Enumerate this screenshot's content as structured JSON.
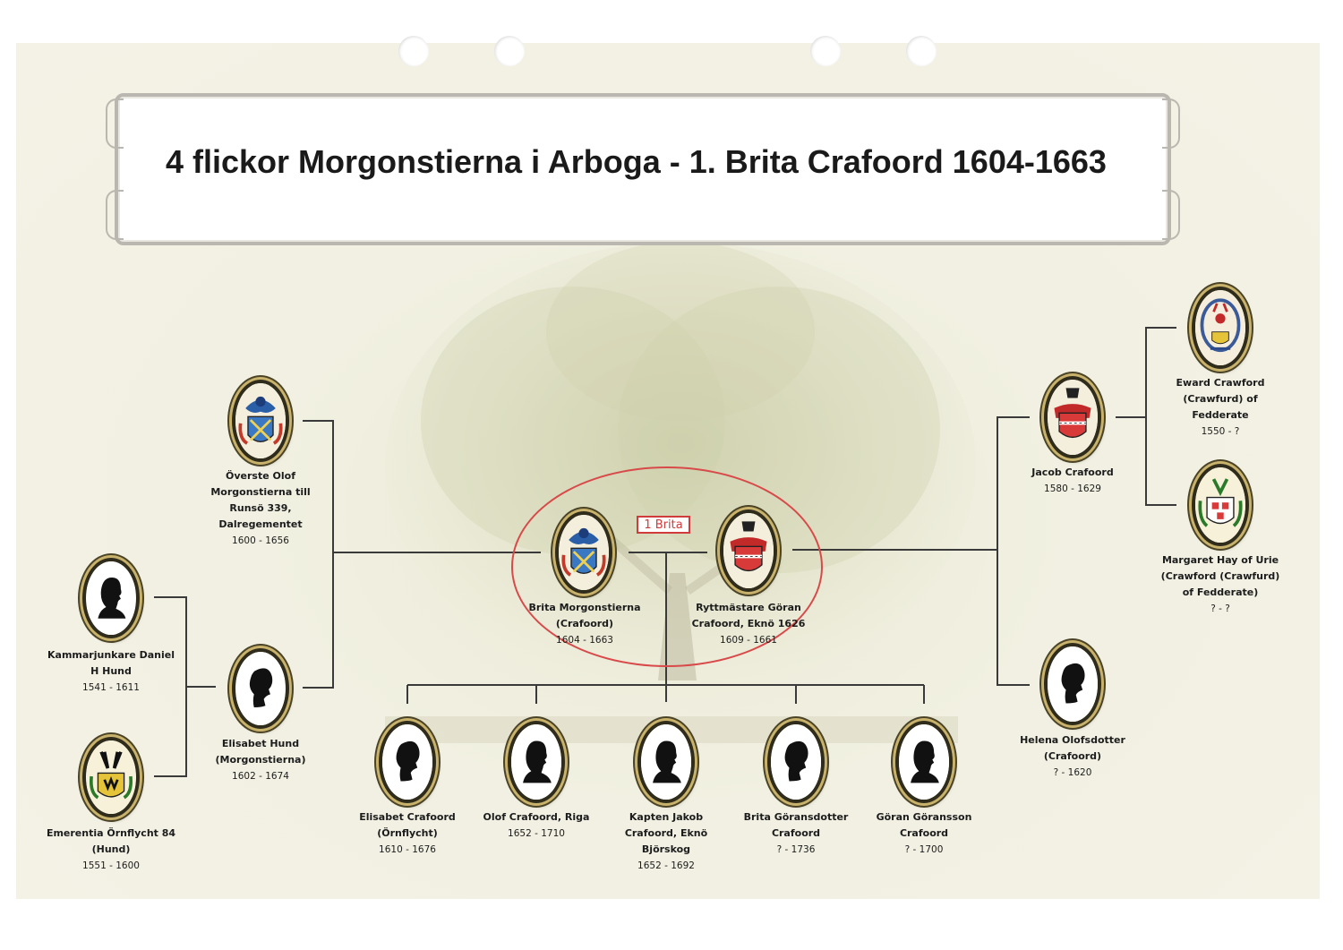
{
  "title": "4 flickor Morgonstierna i Arboga - 1. Brita Crafoord 1604-1663",
  "tag": "1 Brita",
  "people": {
    "olof": {
      "name": "Överste Olof Morgonstierna till Runsö 339, Dalregementet",
      "dates": "1600 - 1656",
      "portrait": "coat-of-arms-icon"
    },
    "elisabet_hund": {
      "name": "Elisabet Hund (Morgonstierna)",
      "dates": "1602 - 1674",
      "portrait": "silhouette-icon"
    },
    "daniel": {
      "name": "Kammarjunkare Daniel H Hund",
      "dates": "1541 - 1611",
      "portrait": "silhouette-icon"
    },
    "emerentia": {
      "name": "Emerentia Örnflycht 84 (Hund)",
      "dates": "1551 - 1600",
      "portrait": "coat-of-arms-icon"
    },
    "brita": {
      "name": "Brita Morgonstierna (Crafoord)",
      "dates": "1604 - 1663",
      "portrait": "coat-of-arms-icon"
    },
    "goran": {
      "name": "Ryttmästare Göran Crafoord, Eknö 1626",
      "dates": "1609 - 1661",
      "portrait": "coat-of-arms-icon"
    },
    "jacob": {
      "name": "Jacob Crafoord",
      "dates": "1580 - 1629",
      "portrait": "coat-of-arms-icon"
    },
    "eward": {
      "name": "Eward Crawford (Crawfurd) of Fedderate",
      "dates": "1550 - ?",
      "portrait": "coat-of-arms-icon"
    },
    "margaret": {
      "name": "Margaret Hay of Urie (Crawford (Crawfurd) of Fedderate)",
      "dates": "? - ?",
      "portrait": "coat-of-arms-icon"
    },
    "helena": {
      "name": "Helena Olofsdotter (Crafoord)",
      "dates": "? - 1620",
      "portrait": "silhouette-icon"
    }
  },
  "children": [
    {
      "name": "Elisabet Crafoord (Örnflycht)",
      "dates": "1610 - 1676",
      "portrait": "silhouette-icon"
    },
    {
      "name": "Olof Crafoord, Riga",
      "dates": "1652 - 1710",
      "portrait": "silhouette-icon"
    },
    {
      "name": "Kapten Jakob Crafoord, Eknö Björskog",
      "dates": "1652 - 1692",
      "portrait": "silhouette-icon"
    },
    {
      "name": "Brita Göransdotter Crafoord",
      "dates": "? - 1736",
      "portrait": "silhouette-icon"
    },
    {
      "name": "Göran Göransson Crafoord",
      "dates": "? - 1700",
      "portrait": "silhouette-icon"
    }
  ],
  "colors": {
    "line": "#333333",
    "highlight": "#d84a4a",
    "frame": "#b9b7b0",
    "gold": "#c9b26b"
  }
}
